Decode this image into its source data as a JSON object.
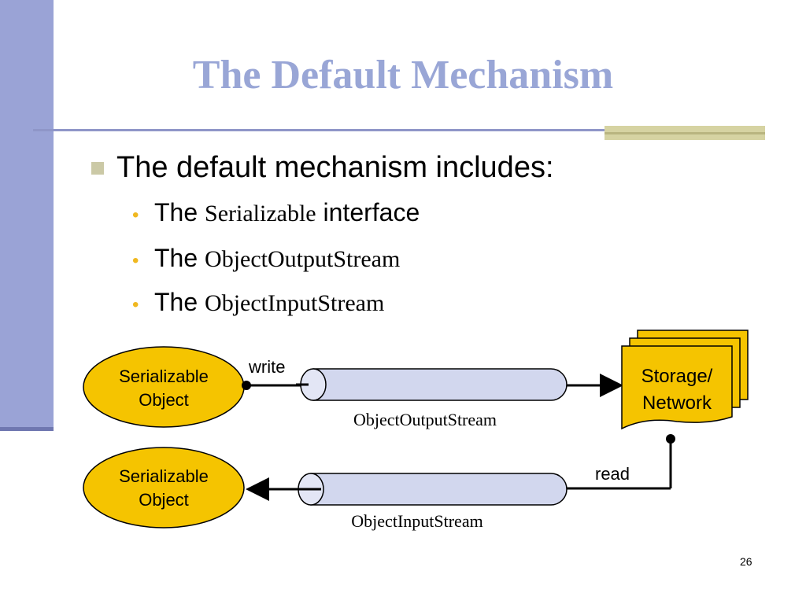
{
  "slide": {
    "title": "The Default Mechanism",
    "bullet": "The default mechanism includes:",
    "subitems": [
      {
        "prefix": "The ",
        "term": "Serializable",
        "suffix": " interface"
      },
      {
        "prefix": "The ",
        "term": "ObjectOutputStream",
        "suffix": ""
      },
      {
        "prefix": "The ",
        "term": "ObjectInputStream",
        "suffix": ""
      }
    ],
    "page_number": "26"
  },
  "diagram": {
    "object_top": [
      "Serializable",
      "Object"
    ],
    "object_bottom": [
      "Serializable",
      "Object"
    ],
    "storage": [
      "Storage/",
      "Network"
    ],
    "write_label": "write",
    "read_label": "read",
    "out_stream_label": "ObjectOutputStream",
    "in_stream_label": "ObjectInputStream"
  },
  "colors": {
    "title": "#99a6d6",
    "object_fill": "#f5c400",
    "pipe_fill": "#d2d7ee",
    "accent": "#9aa3d6"
  }
}
